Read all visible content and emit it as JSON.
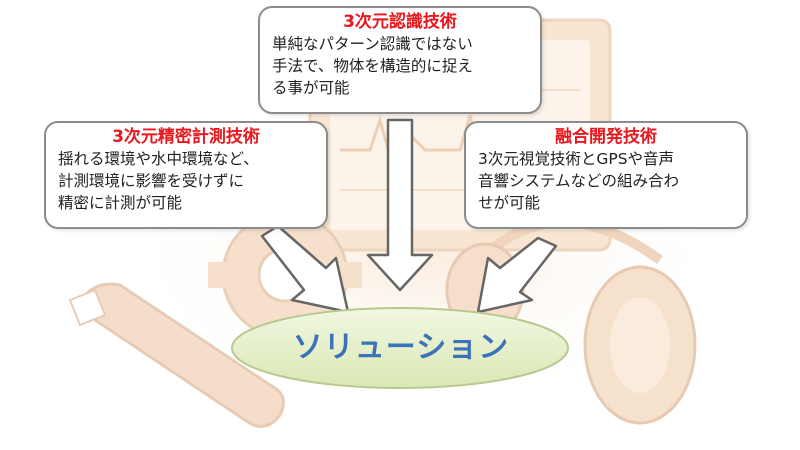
{
  "boxes": {
    "top": {
      "title": "3次元認識技術",
      "lines": [
        "単純なパターン認識ではない",
        "手法で、物体を構造的に捉え",
        "る事が可能"
      ]
    },
    "left": {
      "title": "3次元精密計測技術",
      "lines": [
        "揺れる環境や水中環境など、",
        "計測環境に影響を受けずに",
        "精密に計測が可能"
      ]
    },
    "right": {
      "title": "融合開発技術",
      "lines": [
        "3次元視覚技術とGPSや音声",
        "音響システムなどの組み合わ",
        "せが可能"
      ]
    }
  },
  "solution": {
    "label": "ソリューション"
  },
  "colors": {
    "title_red": "#e8191e",
    "solution_text": "#3b72b8",
    "ellipse_fill": "#e6f0c8",
    "ellipse_stroke": "#b8c890",
    "arrow_outline": "#666666",
    "box_border": "#8c8c8c",
    "background_art": "#f2cfa8"
  }
}
